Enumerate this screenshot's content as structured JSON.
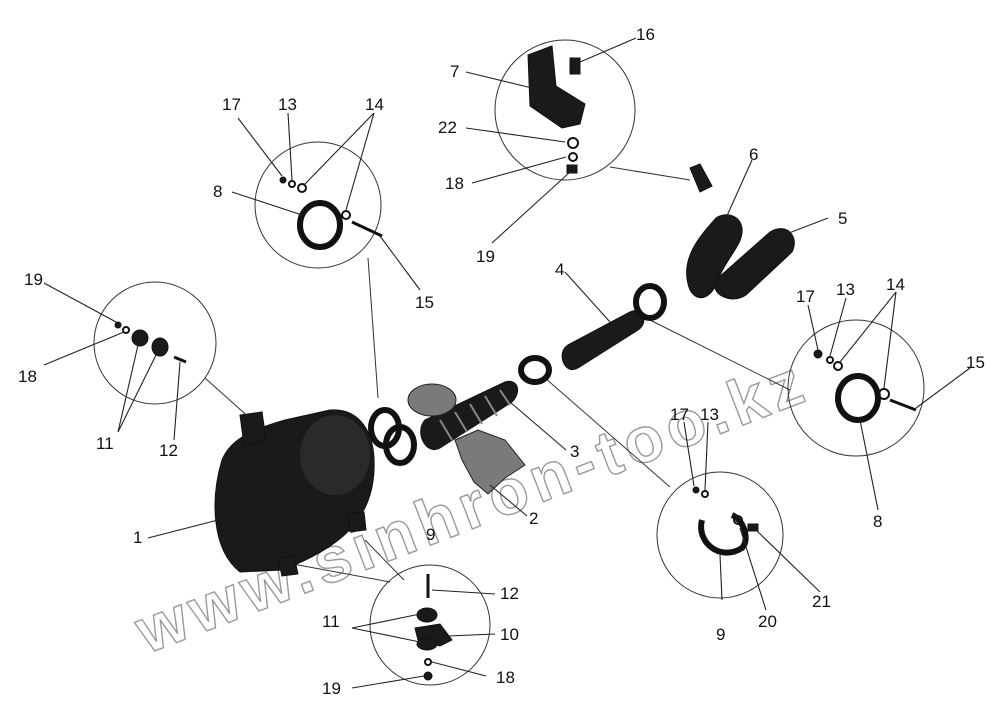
{
  "watermark": "www.sinhron-too.kz",
  "labels": {
    "l1": "1",
    "l2": "2",
    "l3": "3",
    "l4": "4",
    "l5": "5",
    "l6": "6",
    "l7": "7",
    "l8a": "8",
    "l8b": "8",
    "l9a": "9",
    "l9b": "9",
    "l10": "10",
    "l11a": "11",
    "l11b": "11",
    "l12a": "12",
    "l12b": "12",
    "l13a": "13",
    "l13b": "13",
    "l13c": "13",
    "l14a": "14",
    "l14b": "14",
    "l15a": "15",
    "l15b": "15",
    "l16": "16",
    "l17a": "17",
    "l17b": "17",
    "l17c": "17",
    "l18a": "18",
    "l18b": "18",
    "l18c": "18",
    "l19a": "19",
    "l19b": "19",
    "l19c": "19",
    "l20": "20",
    "l21": "21",
    "l22": "22"
  }
}
